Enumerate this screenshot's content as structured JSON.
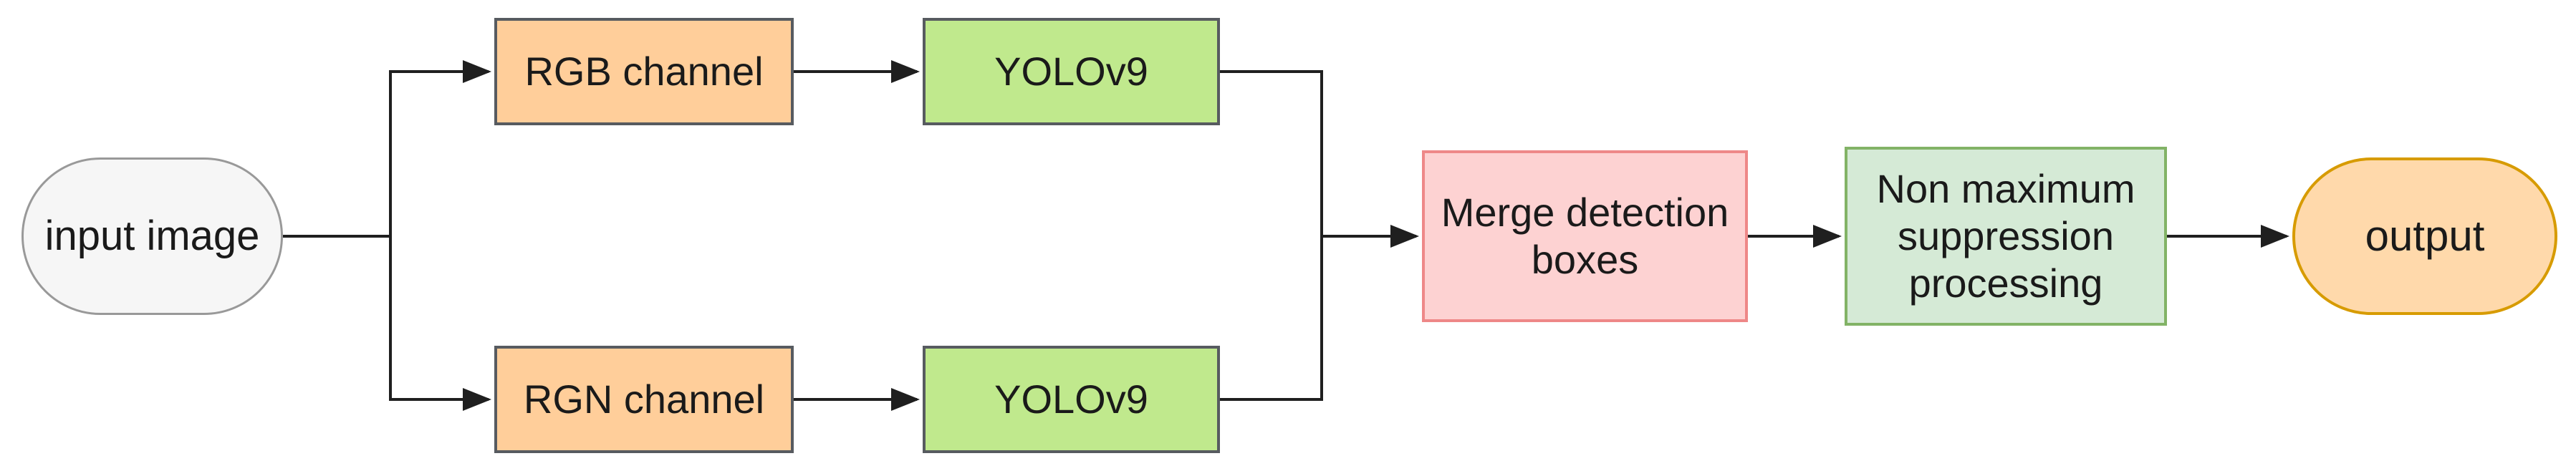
{
  "diagram": {
    "type": "flowchart",
    "nodes": {
      "input": {
        "label": "input image",
        "shape": "stadium",
        "fill": "#f6f6f6",
        "stroke": "#999999"
      },
      "rgb_channel": {
        "label": "RGB channel",
        "shape": "rect",
        "fill": "#ffce9a",
        "stroke": "#575b60"
      },
      "yolo_rgb": {
        "label": "YOLOv9",
        "shape": "rect",
        "fill": "#c0e98d",
        "stroke": "#575b60"
      },
      "rgn_channel": {
        "label": "RGN channel",
        "shape": "rect",
        "fill": "#ffce9a",
        "stroke": "#575b60"
      },
      "yolo_rgn": {
        "label": "YOLOv9",
        "shape": "rect",
        "fill": "#c0e98d",
        "stroke": "#575b60"
      },
      "merge": {
        "label": "Merge detection boxes",
        "shape": "rect",
        "fill": "#fdd2d2",
        "stroke": "#ee8888"
      },
      "nms": {
        "label": "Non maximum suppression processing",
        "shape": "rect",
        "fill": "#d5ead6",
        "stroke": "#82b366"
      },
      "output": {
        "label": "output",
        "shape": "stadium",
        "fill": "#ffd9ab",
        "stroke": "#d79b00"
      }
    },
    "edges": [
      {
        "from": "input",
        "to": "rgb_channel",
        "arrow": true
      },
      {
        "from": "input",
        "to": "rgn_channel",
        "arrow": true
      },
      {
        "from": "rgb_channel",
        "to": "yolo_rgb",
        "arrow": true
      },
      {
        "from": "rgn_channel",
        "to": "yolo_rgn",
        "arrow": true
      },
      {
        "from": "yolo_rgb",
        "to": "merge",
        "arrow": true
      },
      {
        "from": "yolo_rgn",
        "to": "merge",
        "arrow": true
      },
      {
        "from": "merge",
        "to": "nms",
        "arrow": true
      },
      {
        "from": "nms",
        "to": "output",
        "arrow": true
      }
    ],
    "colors": {
      "background": "#ffffff",
      "connector": "#1f1f1f",
      "text": "#1a1a1a"
    }
  }
}
